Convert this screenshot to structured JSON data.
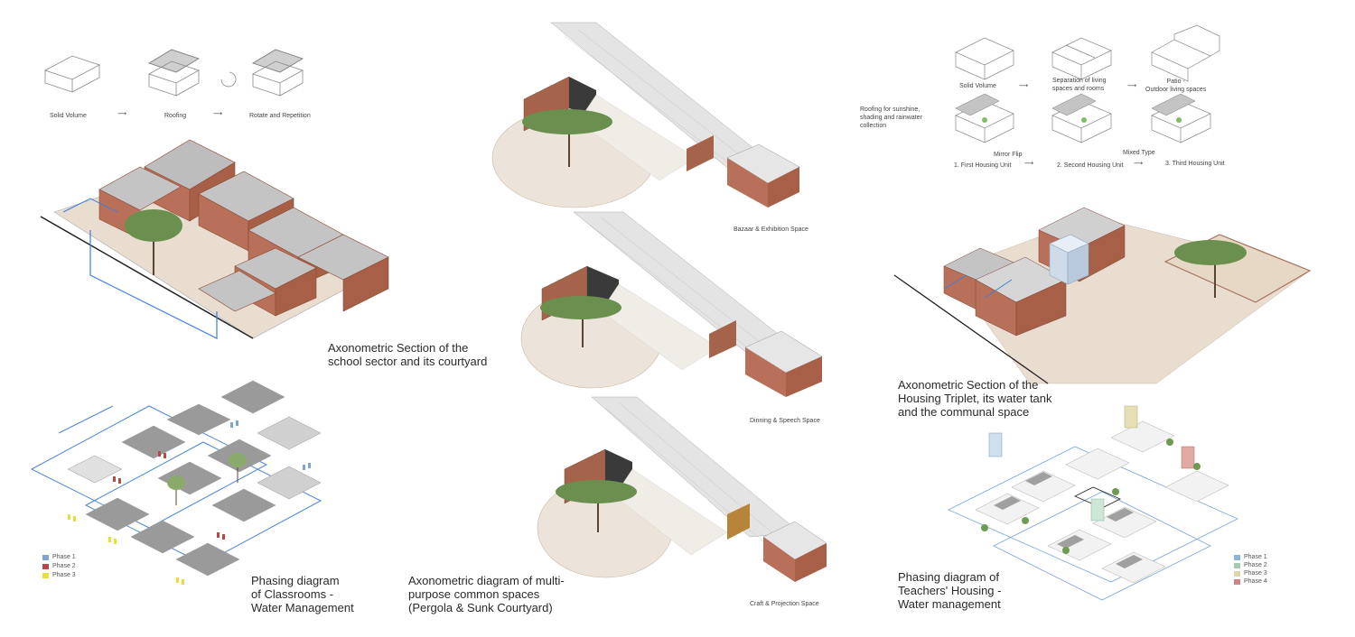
{
  "school": {
    "diagram": {
      "solid_volume": "Solid Volume",
      "roofing": "Roofing",
      "rotate": "Rotate and Repetition"
    },
    "section_title": [
      "Axonometric Section of the",
      "school sector and its courtyard"
    ],
    "phasing_title": [
      "Phasing diagram",
      "of Classrooms -",
      "Water Management"
    ],
    "legend": [
      {
        "label": "Phase 1",
        "color": "#7ea6cf"
      },
      {
        "label": "Phase 2",
        "color": "#b64a4a"
      },
      {
        "label": "Phase 3",
        "color": "#e8de3c"
      }
    ]
  },
  "common": {
    "bazaar": "Bazaar & Exhibition Space",
    "dinning": "Dinning & Speech Space",
    "craft": "Craft & Projection Space",
    "title": [
      "Axonometric diagram of multi-",
      "purpose common spaces",
      "(Pergola & Sunk Courtyard)"
    ]
  },
  "housing": {
    "diagram": {
      "solid_volume": "Solid Volume",
      "separation": [
        "Separation of living",
        "spaces and rooms"
      ],
      "patio": [
        "Patio -",
        "Outdoor living spaces"
      ],
      "roofing_note": [
        "Roofing for sunshine,",
        "shading and rainwater",
        "collection"
      ],
      "unit1": "1. First Housing Unit",
      "mirror": "Mirror Flip",
      "unit2": "2. Second Housing Unit",
      "mixed": "Mixed Type",
      "unit3": "3. Third Housing Unit"
    },
    "section_title": [
      "Axonometric Section of the",
      "Housing Triplet, its water tank",
      "and the communal space"
    ],
    "phasing_title": [
      "Phasing diagram of",
      "Teachers' Housing -",
      "Water management"
    ],
    "legend": [
      {
        "label": "Phase 1",
        "color": "#8fb3cf"
      },
      {
        "label": "Phase 2",
        "color": "#a9c9b4"
      },
      {
        "label": "Phase 3",
        "color": "#ddd6a8"
      },
      {
        "label": "Phase 4",
        "color": "#c98686"
      }
    ]
  },
  "colors": {
    "brick": "#b8705a",
    "roof": "#d6d6d6",
    "ground": "#e6d9c8",
    "water": "#3d7fd9",
    "tree": "#6b8f4e"
  }
}
